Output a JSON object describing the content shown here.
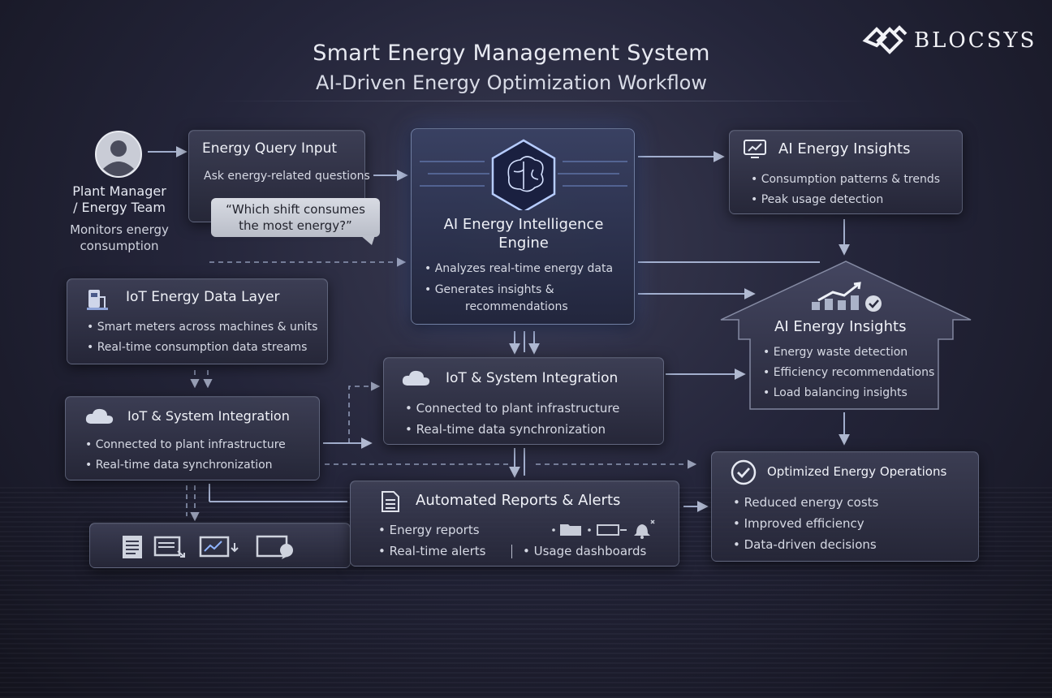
{
  "header": {
    "title": "Smart Energy Management System",
    "subtitle": "AI-Driven Energy Optimization Workflow"
  },
  "logo": {
    "text": "BLOCSYS"
  },
  "user": {
    "name_line1": "Plant Manager",
    "name_line2": "/ Energy Team",
    "desc_line1": "Monitors energy",
    "desc_line2": "consumption"
  },
  "query_input": {
    "title": "Energy Query Input",
    "text": "Ask energy-related questions",
    "bubble_line1": "“Which shift consumes",
    "bubble_line2": "the most energy?”"
  },
  "engine": {
    "title_line1": "AI Energy Intelligence",
    "title_line2": "Engine",
    "bullet1": "• Analyzes real-time energy data",
    "bullet2_line1": "• Generates insights &",
    "bullet2_line2": "recommendations"
  },
  "insights_top": {
    "title": "AI Energy Insights",
    "bullets": [
      "• Consumption patterns & trends",
      "• Peak usage detection"
    ]
  },
  "insights_house": {
    "title": "AI Energy Insights",
    "bullets": [
      "• Energy waste detection",
      "• Efficiency recommendations",
      "• Load balancing insights"
    ]
  },
  "iot_data": {
    "title": "IoT Energy Data Layer",
    "bullets": [
      "• Smart meters across machines & units",
      "• Real-time consumption data streams"
    ]
  },
  "integration_center": {
    "title": "IoT & System Integration",
    "bullets": [
      "• Connected to plant infrastructure",
      "• Real-time data synchronization"
    ]
  },
  "integration_left": {
    "title": "IoT & System Integration",
    "bullets": [
      "• Connected to plant infrastructure",
      "• Real-time data synchronization"
    ]
  },
  "reports": {
    "title": "Automated Reports & Alerts",
    "item1": "• Energy reports",
    "item2": "• Real-time alerts",
    "item3": "• Usage dashboards"
  },
  "optimized": {
    "title": "Optimized Energy Operations",
    "bullets": [
      "• Reduced energy costs",
      "• Improved efficiency",
      "• Data-driven decisions"
    ]
  },
  "icons": [
    "user-avatar-icon",
    "brain-chip-icon",
    "monitor-chart-icon",
    "trend-chart-check-icon",
    "meter-icon",
    "cloud-icon",
    "document-icon",
    "check-circle-icon",
    "folder-icon",
    "bell-icon",
    "laptop-icon",
    "dashboard-icon",
    "chat-window-icon"
  ],
  "colors": {
    "accent": "#8fb4ff",
    "line": "#b8c6e6",
    "panel": "#2e3046"
  }
}
